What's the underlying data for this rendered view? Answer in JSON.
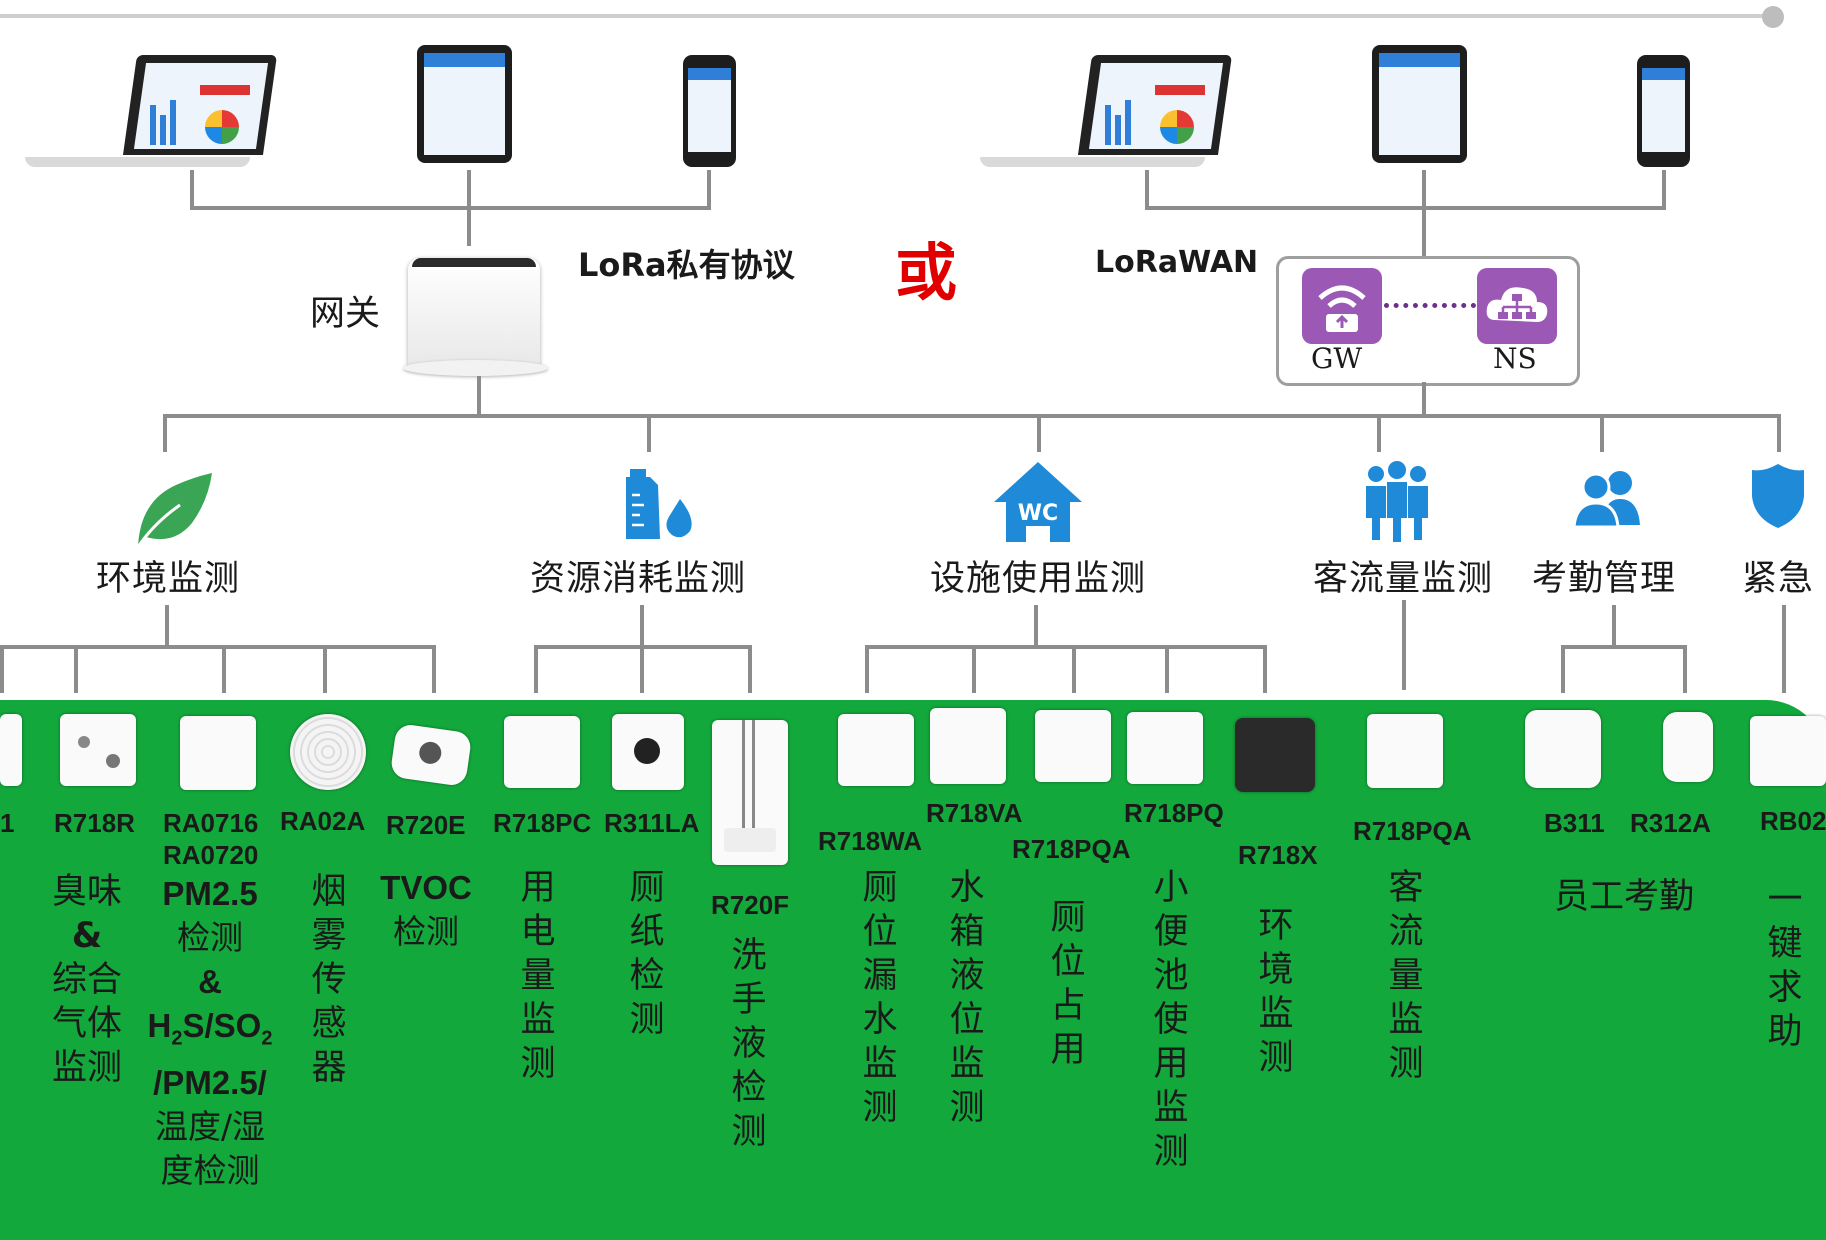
{
  "protocols": {
    "private": "LoRa私有协议",
    "or": "或",
    "lorawan": "LoRaWAN",
    "gateway_label": "网关",
    "gw": "GW",
    "ns": "NS"
  },
  "categories": {
    "environment": "环境监测",
    "resources": "资源消耗监测",
    "facilities": "设施使用监测",
    "footfall": "客流量监测",
    "attendance": "考勤管理",
    "emergency": "紧急"
  },
  "devices": {
    "d0_model": "1",
    "r718r": "R718R",
    "ra0716": "RA0716",
    "ra0720": "RA0720",
    "ra02a": "RA02A",
    "r720e": "R720E",
    "r718pc": "R718PC",
    "r311la": "R311LA",
    "r720f": "R720F",
    "r718wa": "R718WA",
    "r718va": "R718VA",
    "r718pqa_1": "R718PQA",
    "r718pq": "R718PQ",
    "r718x": "R718X",
    "r718pqa_2": "R718PQA",
    "b311": "B311",
    "r312a": "R312A",
    "rb02": "RB02"
  },
  "descriptions": {
    "r718r_1": "臭味",
    "r718r_2": "&",
    "r718r_3": "综合",
    "r718r_4": "气体",
    "r718r_5": "监测",
    "ra_1": "PM2.5",
    "ra_2": "检测",
    "ra_3": "&",
    "ra_4a": "H",
    "ra_4b": "2",
    "ra_4c": "S/SO",
    "ra_4d": "2",
    "ra_5": "/PM2.5/",
    "ra_6": "温度/湿",
    "ra_7": "度检测",
    "ra02a_v": "烟雾传感器",
    "r720e_1": "TVOC",
    "r720e_2": "检测",
    "r718pc_v": "用电量监测",
    "r311la_v": "厕纸检测",
    "r720f_v": "洗手液检测",
    "r718wa_v": "厕位漏水监测",
    "r718va_v": "水箱液位监测",
    "r718pqa_v": "厕位占用",
    "r718pq_v": "小便池使用监测",
    "r718x_v": "环境监测",
    "r718pqa2_v": "客流量监测",
    "attendance_desc": "员工考勤",
    "rb02_v": "一键求助"
  },
  "icons": {
    "leaf": "leaf-icon",
    "water": "water-drop-icon",
    "wc": "wc-house-icon",
    "people": "people-group-icon",
    "users": "users-icon",
    "shield": "shield-icon",
    "wifi": "wifi-router-icon",
    "network": "network-server-icon"
  },
  "colors": {
    "green": "#13a83c",
    "blue": "#1f8ad8",
    "leaf": "#3aa655",
    "purple": "#9b58b5",
    "red": "#e00000"
  }
}
